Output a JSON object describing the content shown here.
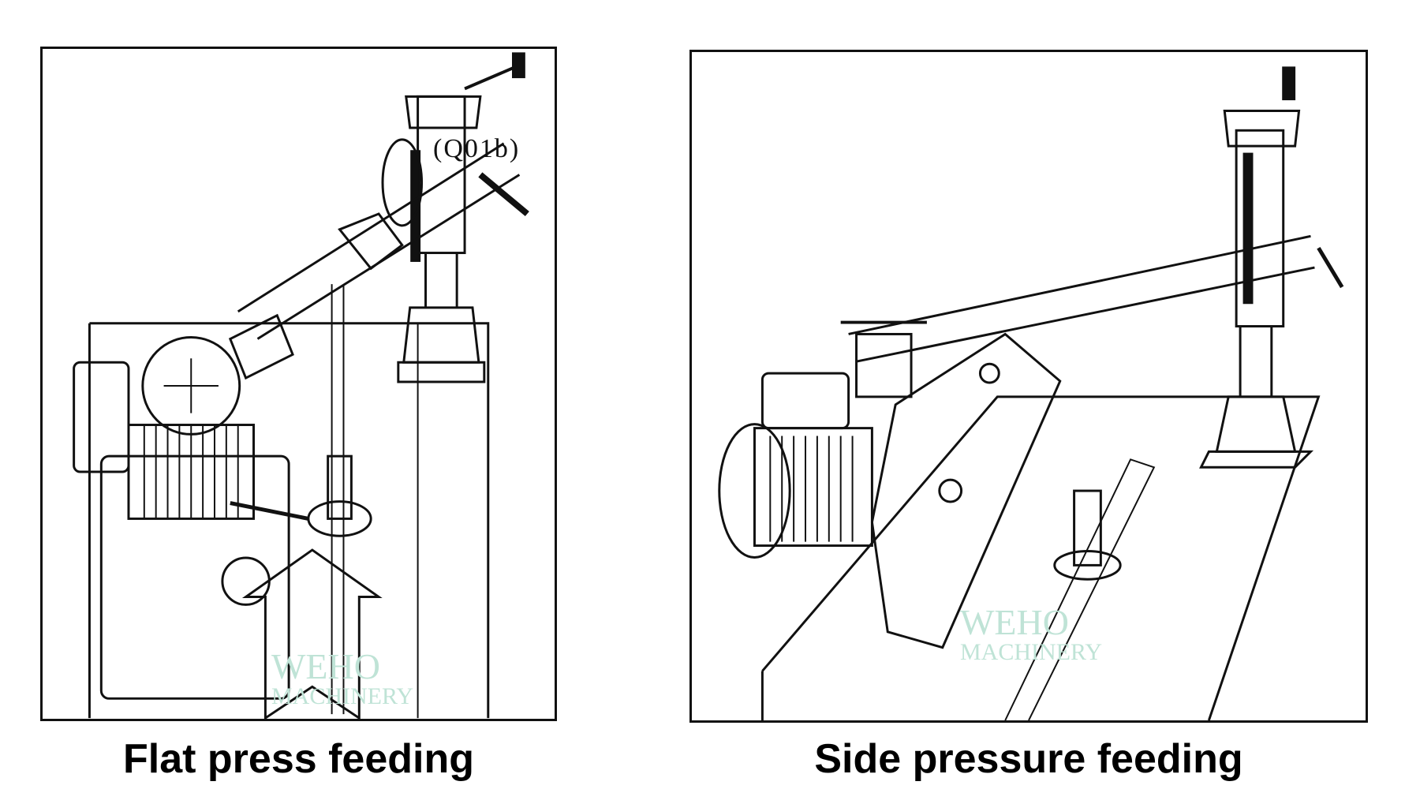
{
  "figures": [
    {
      "caption": "Flat press feeding",
      "part_label": "(Q01b)",
      "watermark": [
        "WEHO",
        "MACHINERY"
      ]
    },
    {
      "caption": "Side pressure feeding",
      "watermark": [
        "WEHO",
        "MACHINERY"
      ]
    }
  ]
}
